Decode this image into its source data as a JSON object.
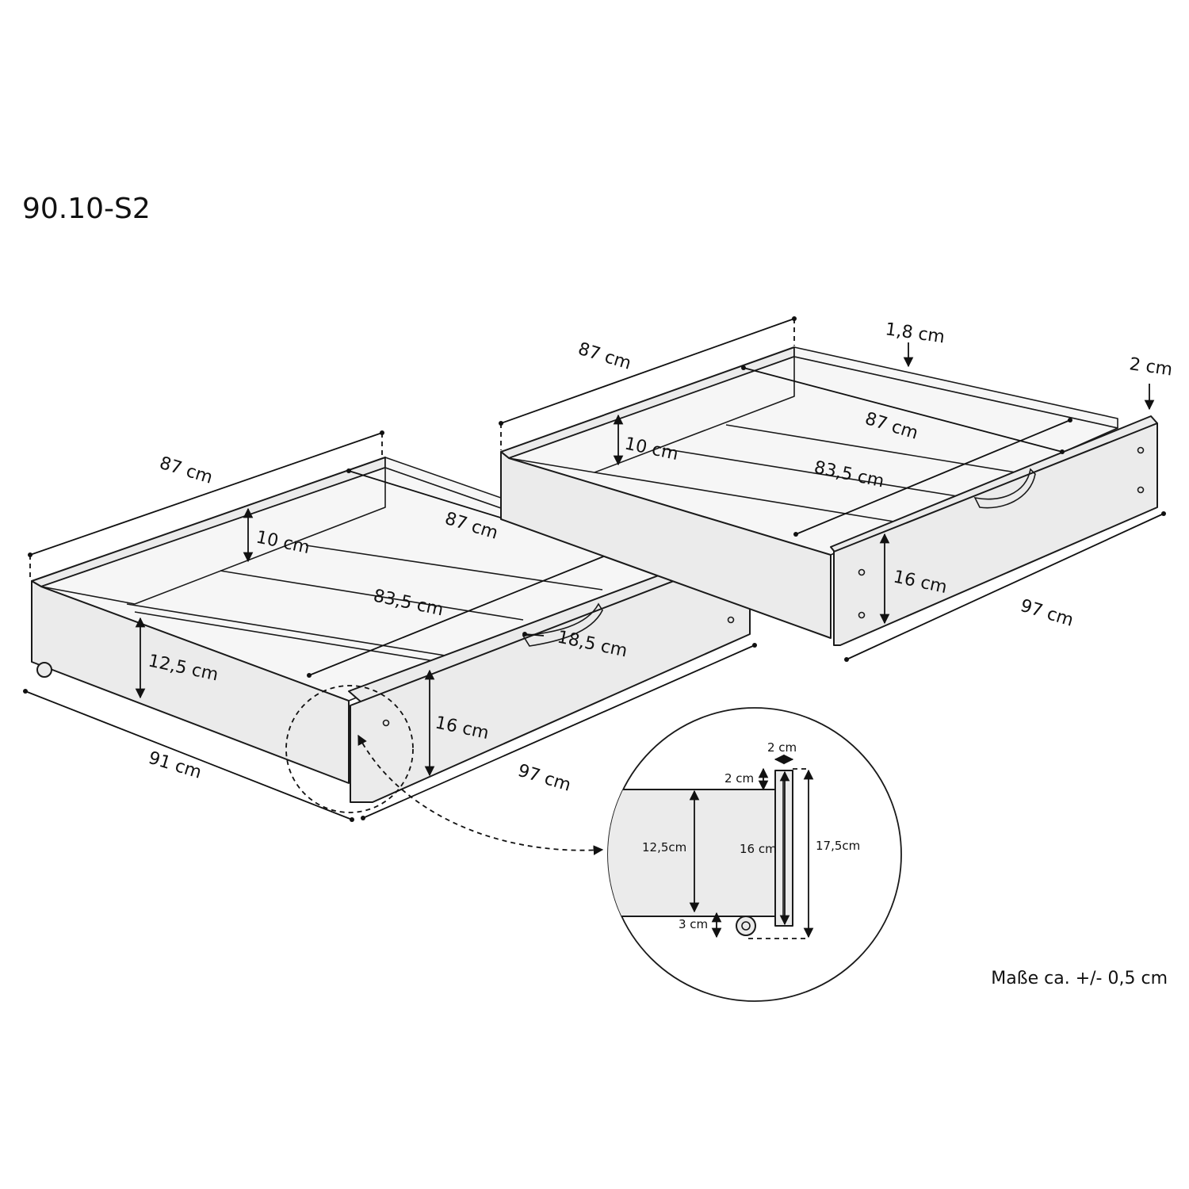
{
  "model": "90.10-S2",
  "note": "Maße ca. +/- 0,5 cm",
  "left_drawer": {
    "outer_depth": "87 cm",
    "inner_depth": "87 cm",
    "inner_width": "83,5 cm",
    "inner_height": "10 cm",
    "side_height": "12,5 cm",
    "front_height": "16 cm",
    "handle_width": "18,5 cm",
    "outer_width": "91 cm",
    "front_width": "97 cm"
  },
  "right_drawer": {
    "outer_depth": "87 cm",
    "inner_depth": "87 cm",
    "inner_width": "83,5 cm",
    "inner_height": "10 cm",
    "board_thickness": "1,8 cm",
    "front_thickness": "2 cm",
    "front_height": "16 cm",
    "front_width": "97 cm"
  },
  "detail": {
    "front_thickness": "2 cm",
    "top_offset": "2 cm",
    "side_height": "12,5cm",
    "front_height": "16 cm",
    "total_height": "17,5cm",
    "wheel_clearance": "3 cm"
  }
}
